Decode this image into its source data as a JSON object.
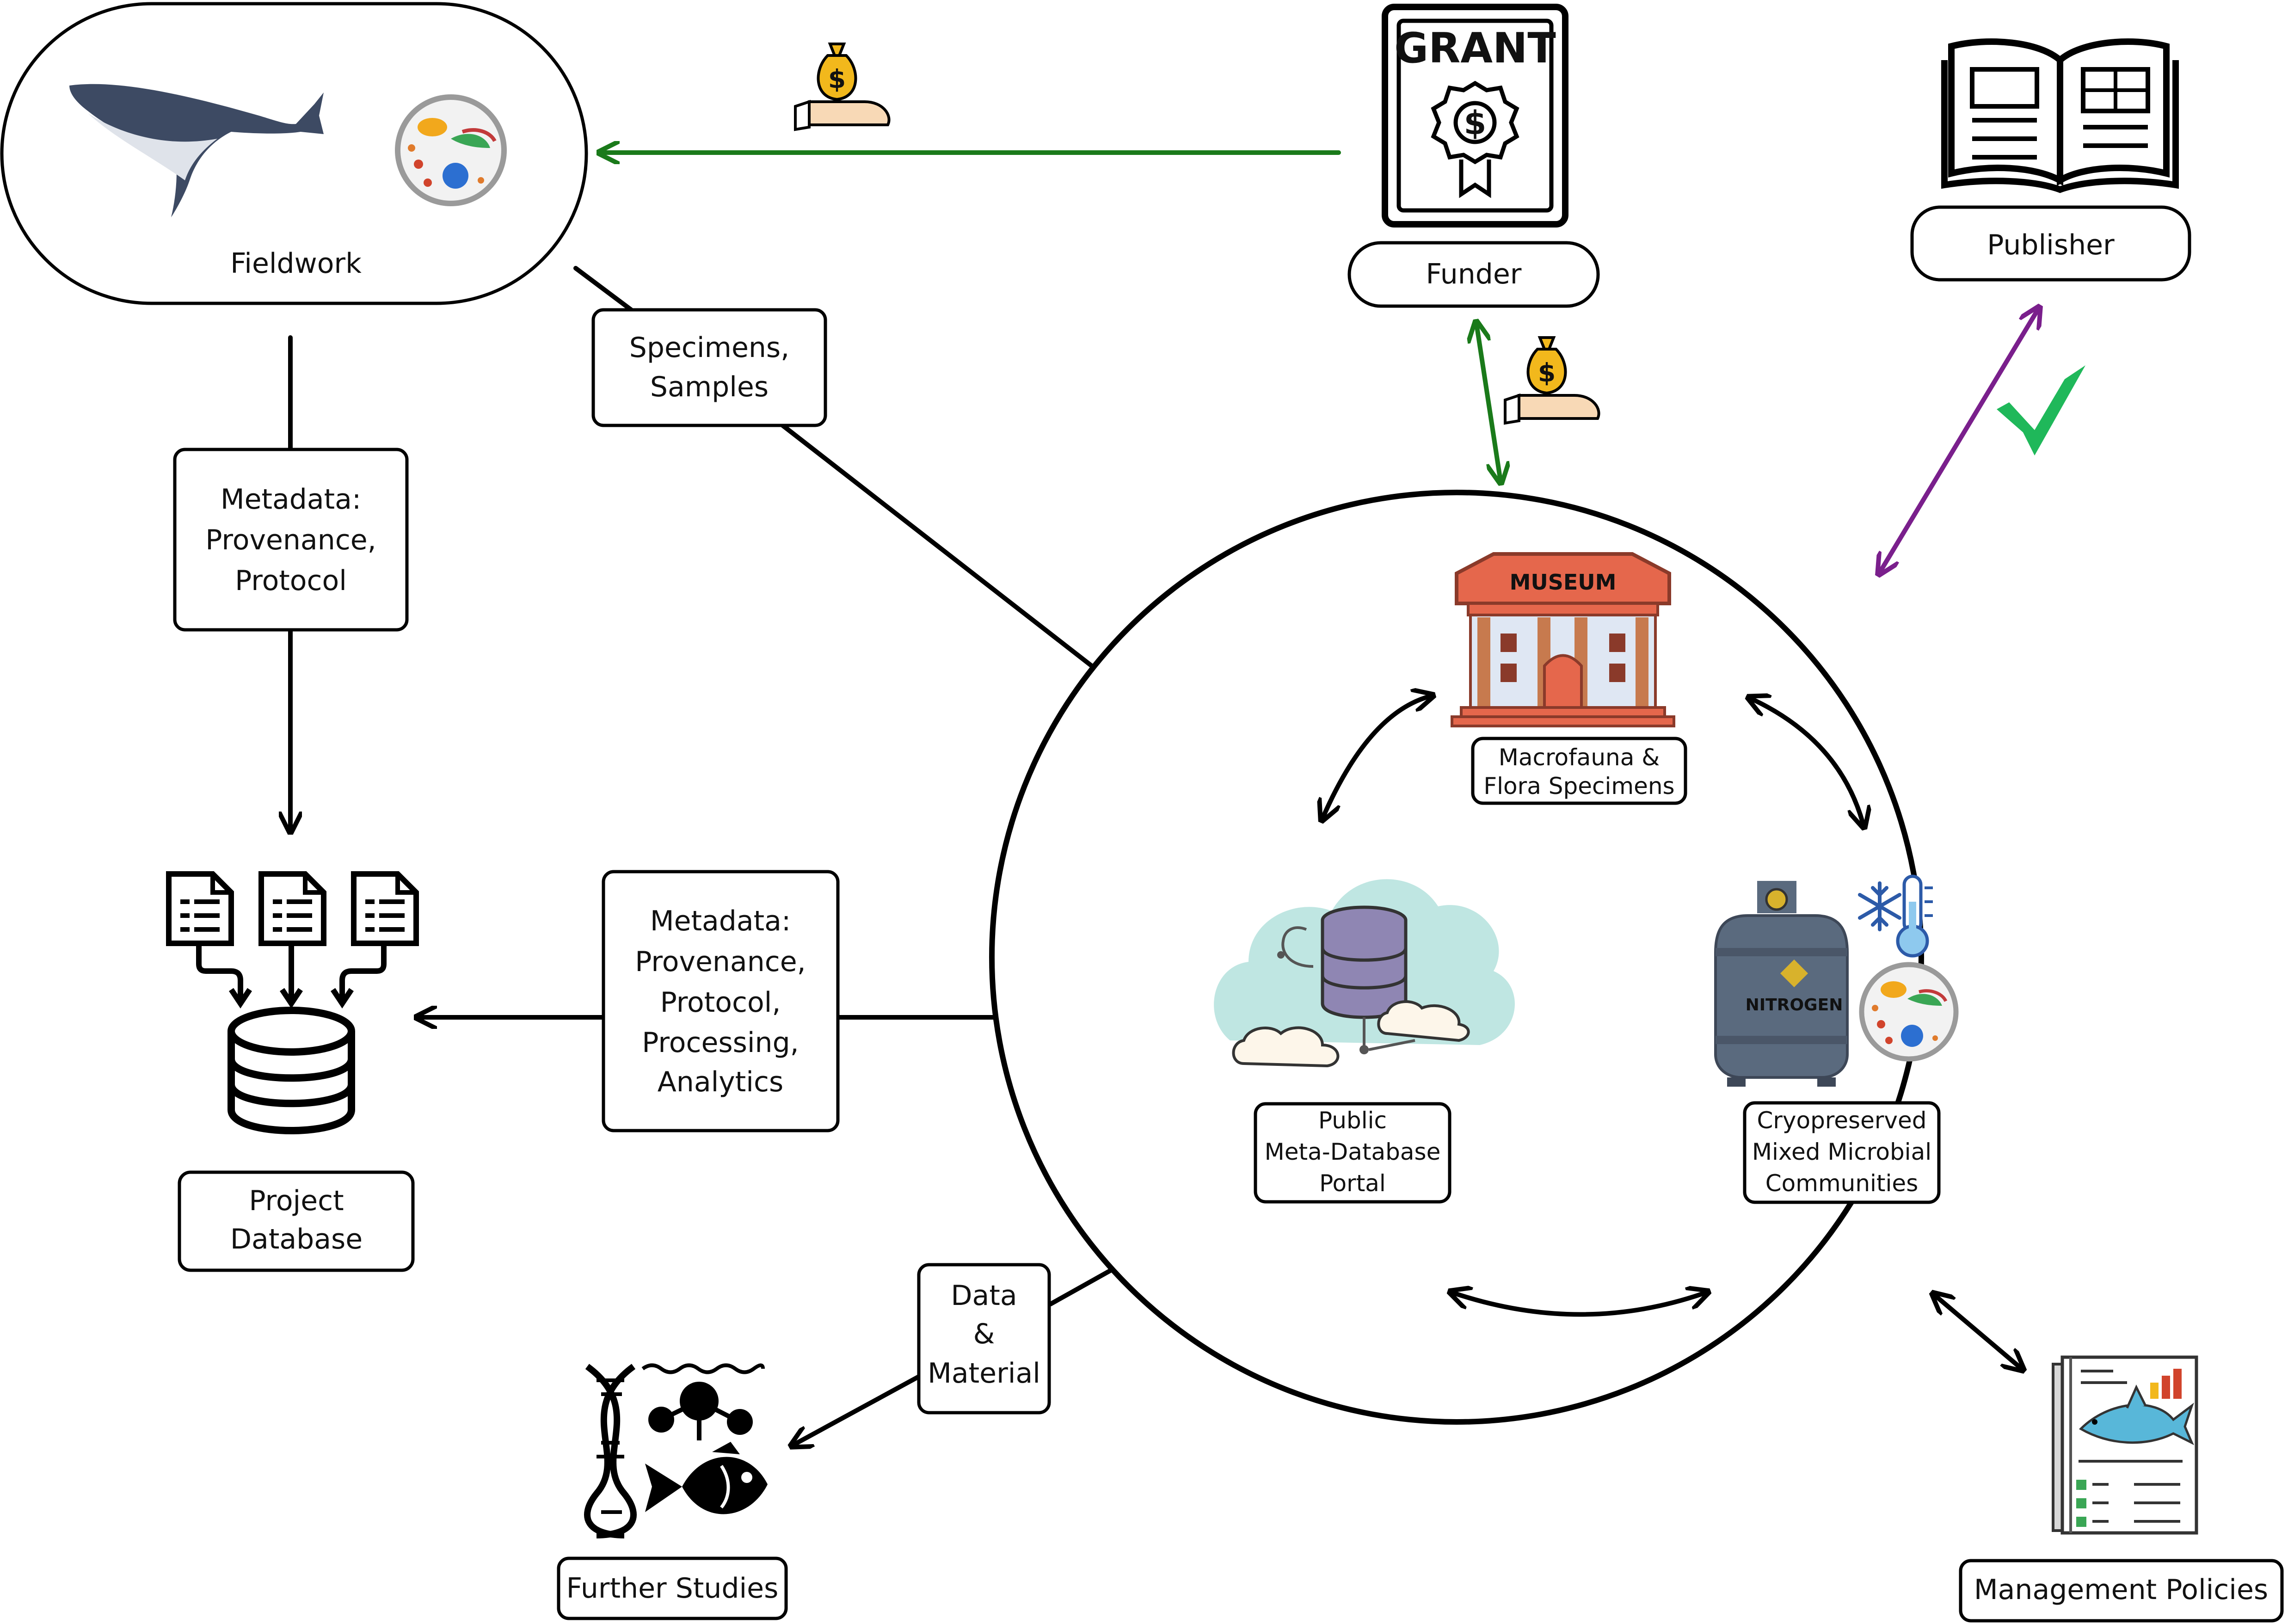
{
  "nodes": {
    "fieldwork": "Fieldwork",
    "funder": "Funder",
    "grant_title": "GRANT",
    "publisher": "Publisher",
    "project_database": [
      "Project",
      "Database"
    ],
    "museum_sign": "MUSEUM",
    "macrofauna": [
      "Macrofauna &",
      "Flora Specimens"
    ],
    "public_portal": [
      "Public",
      "Meta-Database",
      "Portal"
    ],
    "cryo": [
      "Cryopreserved",
      "Mixed Microbial",
      "Communities"
    ],
    "nitrogen_tank": "NITROGEN",
    "further_studies": "Further Studies",
    "management_policies": "Management Policies"
  },
  "edges": {
    "specimens": [
      "Specimens,",
      "Samples"
    ],
    "metadata_short": [
      "Metadata:",
      "Provenance,",
      "Protocol"
    ],
    "metadata_long": [
      "Metadata:",
      "Provenance,",
      "Protocol,",
      "Processing,",
      "Analytics"
    ],
    "data_material": [
      "Data",
      "&",
      "Material"
    ]
  },
  "colors": {
    "funding_arrow": "#1a7a1a",
    "publisher_arrow": "#7a1f8c",
    "approval_check": "#1fb85a",
    "museum": "#e5674c",
    "database": "#8f86b3",
    "tank": "#5a6a7e",
    "cloud_bg": "#bfe6e2",
    "money_bag": "#f2b81c"
  },
  "icons": {
    "approval": "checkmark-icon",
    "money": "money-bag-icon"
  }
}
